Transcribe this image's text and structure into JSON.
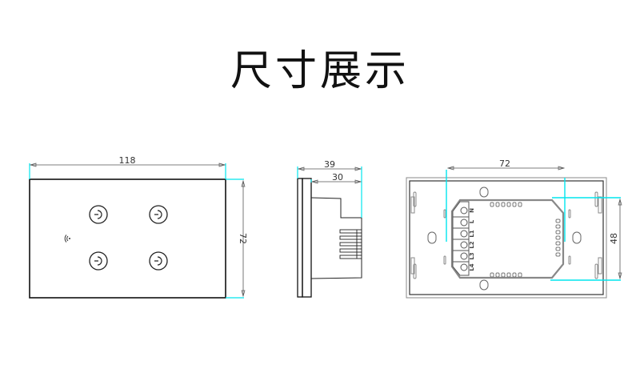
{
  "title": "尺寸展示",
  "colors": {
    "outline": "#111111",
    "dimension_line": "#555555",
    "extension_line": "#00e5ee",
    "back_plate": "#888888"
  },
  "front_view": {
    "width_label": "118",
    "height_label": "72",
    "buttons": [
      {
        "icon": "power-icon"
      },
      {
        "icon": "power-icon"
      },
      {
        "icon": "power-icon"
      },
      {
        "icon": "power-icon"
      }
    ],
    "indicator_icon": "wifi-icon"
  },
  "side_view": {
    "total_depth_label": "39",
    "body_depth_label": "30"
  },
  "back_view": {
    "mount_spacing_label": "72",
    "module_height_label": "48",
    "terminals": [
      "N",
      "L",
      "L1",
      "L2",
      "L3",
      "L4"
    ]
  }
}
